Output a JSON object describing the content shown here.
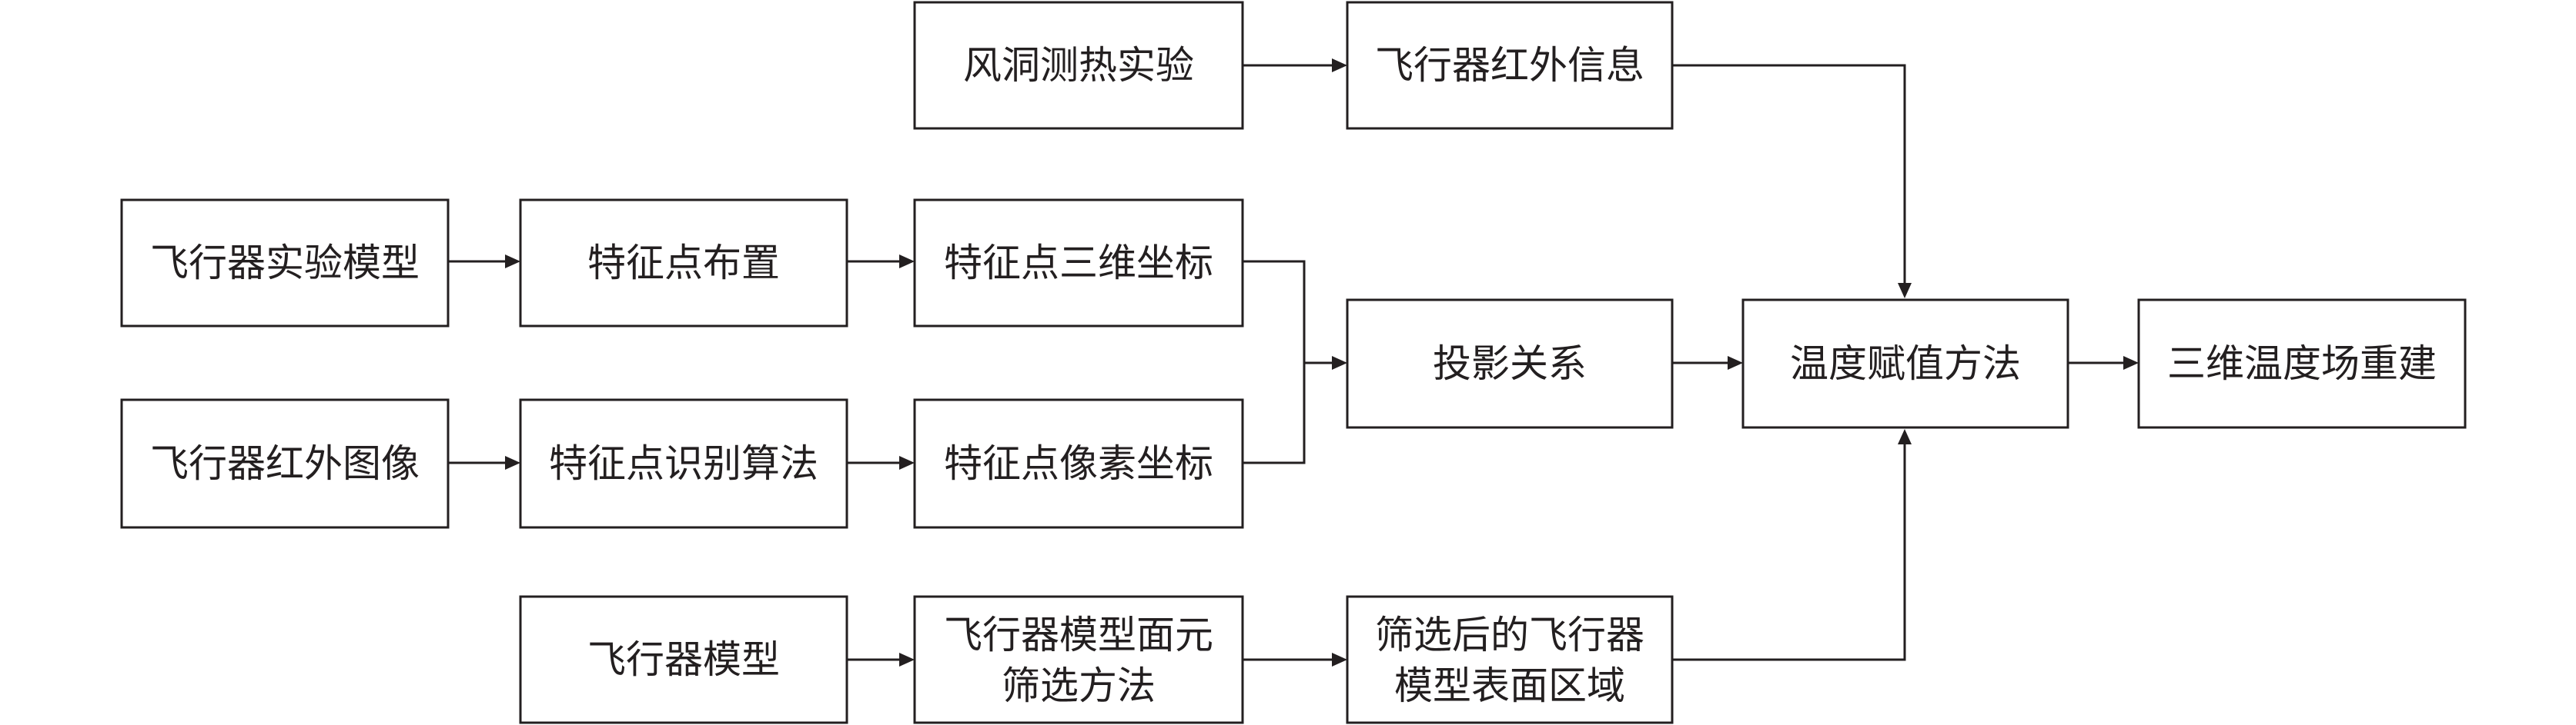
{
  "nodes": {
    "wind_tunnel": "风洞测热实验",
    "aircraft_ir_info": "飞行器红外信息",
    "experiment_model": "飞行器实验模型",
    "feature_layout": "特征点布置",
    "feature_3d": "特征点三维坐标",
    "projection": "投影关系",
    "temperature_assign": "温度赋值方法",
    "reconstruction": "三维温度场重建",
    "ir_image": "飞行器红外图像",
    "feature_recognition": "特征点识别算法",
    "feature_pixel": "特征点像素坐标",
    "aircraft_model": "飞行器模型",
    "facet_filter_line1": "飞行器模型面元",
    "facet_filter_line2": "筛选方法",
    "filtered_region_line1": "筛选后的飞行器",
    "filtered_region_line2": "模型表面区域"
  },
  "colors": {
    "stroke": "#231f20",
    "fill": "#ffffff",
    "text": "#231f20"
  }
}
